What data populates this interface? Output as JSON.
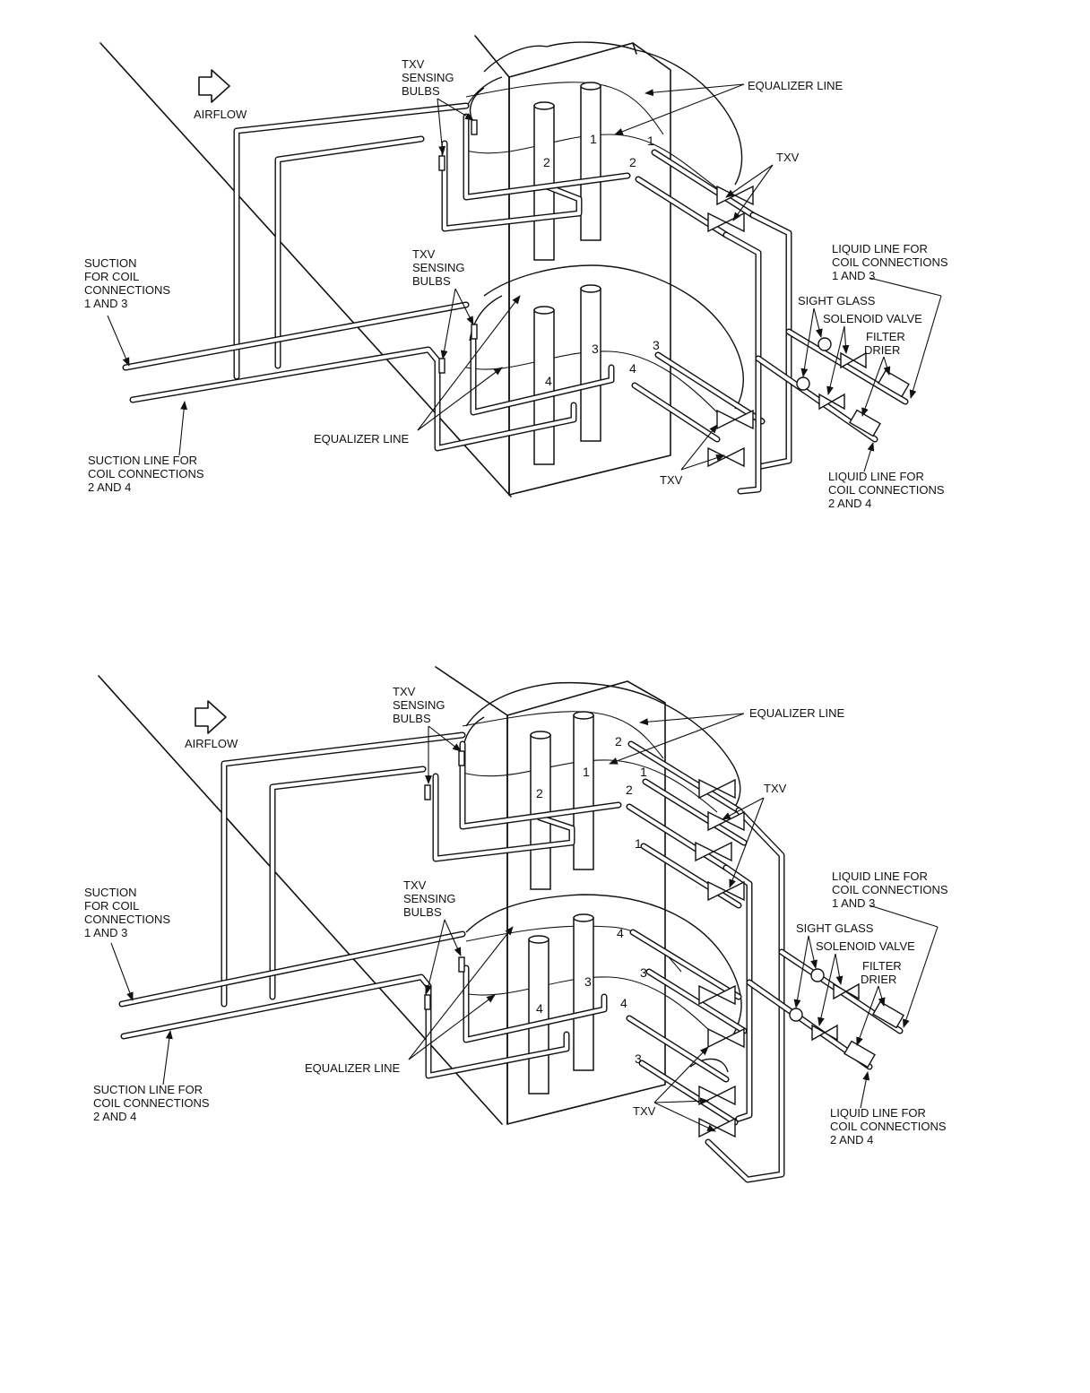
{
  "figure_top": {
    "labels": {
      "airflow": "AIRFLOW",
      "txv_bulbs_1": "TXV",
      "txv_bulbs_2": "SENSING",
      "txv_bulbs_3": "BULBS",
      "equalizer_line": "EQUALIZER LINE",
      "txv": "TXV",
      "liquid_13_1": "LIQUID LINE FOR",
      "liquid_13_2": "COIL CONNECTIONS",
      "liquid_13_3": "1 AND 3",
      "suction_13_1": "SUCTION",
      "suction_13_2": "FOR COIL",
      "suction_13_3": "CONNECTIONS",
      "suction_13_4": "1 AND 3",
      "txv_bulbs_low_1": "TXV",
      "txv_bulbs_low_2": "SENSING",
      "txv_bulbs_low_3": "BULBS",
      "sight_glass": "SIGHT GLASS",
      "solenoid_valve": "SOLENOID VALVE",
      "filter_1": "FILTER",
      "filter_2": "DRIER",
      "equalizer_line_low": "EQUALIZER LINE",
      "suction_24_1": "SUCTION LINE FOR",
      "suction_24_2": "COIL CONNECTIONS",
      "suction_24_3": "2 AND 4",
      "txv_low": "TXV",
      "liquid_24_1": "LIQUID LINE FOR",
      "liquid_24_2": "COIL CONNECTIONS",
      "liquid_24_3": "2 AND 4"
    },
    "numbers": {
      "n1": "1",
      "n2": "2",
      "n3": "3",
      "n4": "4",
      "c1": "1",
      "c2": "2",
      "c3": "3",
      "c4": "4"
    }
  },
  "figure_bottom": {
    "labels": {
      "airflow": "AIRFLOW",
      "txv_bulbs_1": "TXV",
      "txv_bulbs_2": "SENSING",
      "txv_bulbs_3": "BULBS",
      "equalizer_line": "EQUALIZER LINE",
      "txv": "TXV",
      "liquid_13_1": "LIQUID LINE FOR",
      "liquid_13_2": "COIL CONNECTIONS",
      "liquid_13_3": "1 AND 3",
      "suction_13_1": "SUCTION",
      "suction_13_2": "FOR COIL",
      "suction_13_3": "CONNECTIONS",
      "suction_13_4": "1 AND 3",
      "txv_bulbs_low_1": "TXV",
      "txv_bulbs_low_2": "SENSING",
      "txv_bulbs_low_3": "BULBS",
      "sight_glass": "SIGHT GLASS",
      "solenoid_valve": "SOLENOID VALVE",
      "filter_1": "FILTER",
      "filter_2": "DRIER",
      "equalizer_line_low": "EQUALIZER LINE",
      "suction_24_1": "SUCTION LINE FOR",
      "suction_24_2": "COIL CONNECTIONS",
      "suction_24_3": "2 AND 4",
      "txv_low": "TXV",
      "liquid_24_1": "LIQUID LINE FOR",
      "liquid_24_2": "COIL CONNECTIONS",
      "liquid_24_3": "2 AND 4"
    },
    "numbers": {
      "n1": "1",
      "n2": "2",
      "n3": "3",
      "n4": "4",
      "c1a": "1",
      "c2a": "2",
      "c1b": "1",
      "c2b": "2",
      "c3a": "3",
      "c4a": "4",
      "c3b": "3",
      "c4b": "4"
    }
  }
}
